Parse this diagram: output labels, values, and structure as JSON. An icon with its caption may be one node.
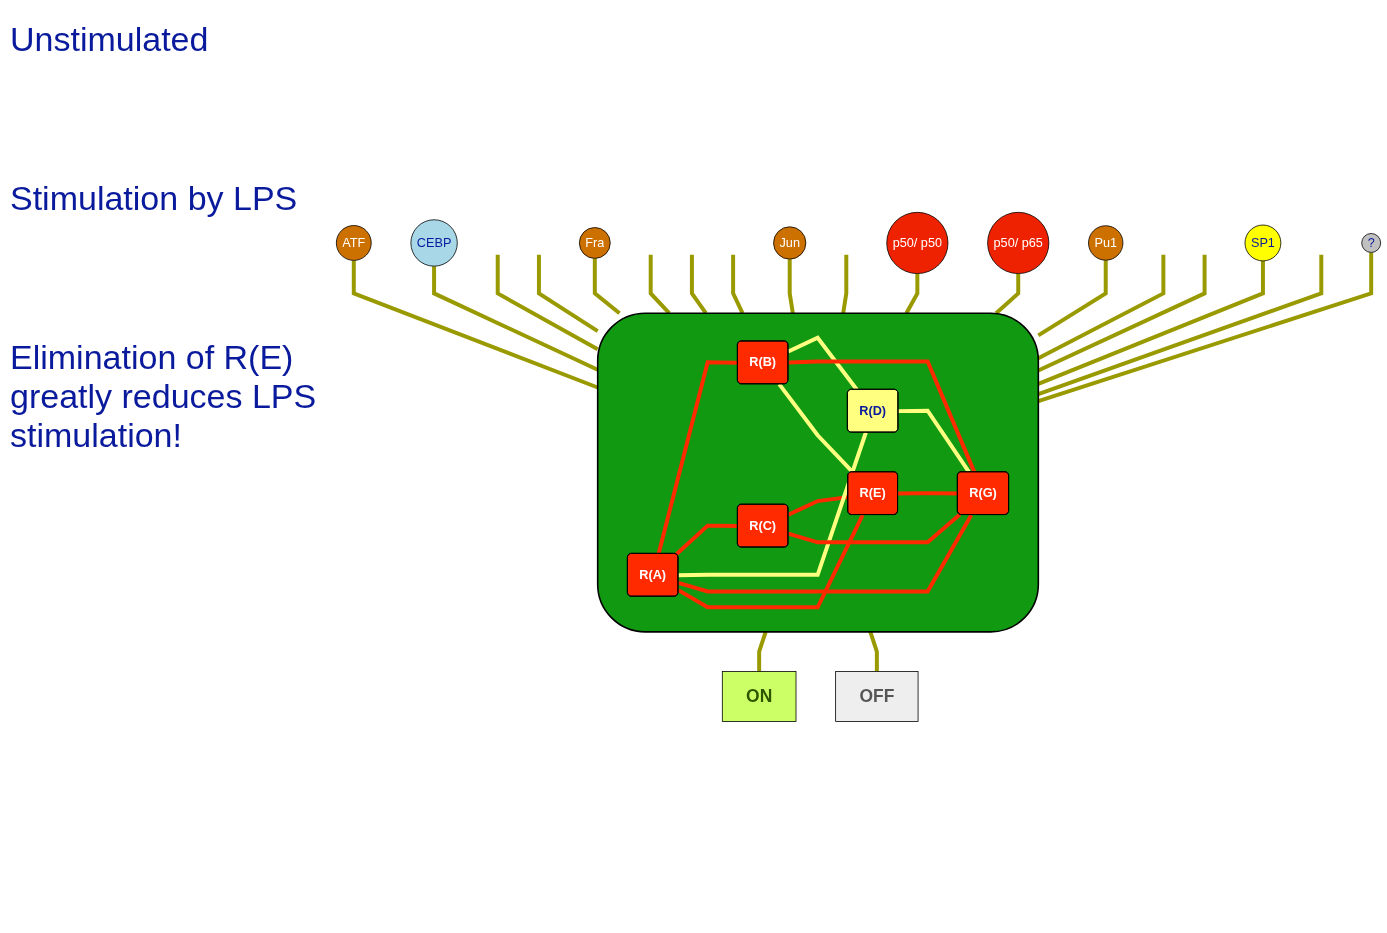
{
  "diagram": {
    "nodes": [
      {
        "text": [
          "ATF"
        ]
      },
      {
        "text": [
          "CEBP"
        ]
      },
      {
        "text": [
          "Fra"
        ]
      },
      {
        "text": [
          "Jun"
        ]
      },
      {
        "text": [
          "p50/ p50"
        ]
      },
      {
        "text": [
          "p50/ p65"
        ]
      },
      {
        "text": [
          "Pu1"
        ]
      },
      {
        "text": [
          "SP1"
        ]
      },
      {
        "text": [
          "?"
        ]
      },
      {
        "text": [],
        "shape": "box"
      },
      {
        "text": [
          "R(A)"
        ],
        "in": 9
      },
      {
        "text": [
          "R(B)"
        ],
        "in": 9
      },
      {
        "text": [
          "R(D)"
        ],
        "in": 9
      },
      {
        "text": [
          "R(C)"
        ],
        "in": 9
      },
      {
        "text": [
          "R(E)"
        ],
        "in": 9
      },
      {
        "text": [
          "R(G)"
        ],
        "in": 9
      },
      {
        "text": [
          "ON"
        ]
      },
      {
        "text": [
          "OFF"
        ]
      }
    ],
    "edges": [
      {
        "from": 0,
        "to": 9,
        "arrow": "none"
      },
      {
        "from": 1,
        "to": 9,
        "arrow": "none"
      },
      {
        "from": null,
        "to": 9,
        "arrow": "none"
      },
      {
        "from": null,
        "to": 9,
        "arrow": "none"
      },
      {
        "from": 2,
        "to": 9,
        "arrow": "none"
      },
      {
        "from": null,
        "to": 9,
        "arrow": "none"
      },
      {
        "from": null,
        "to": 9,
        "arrow": "none"
      },
      {
        "from": null,
        "to": 9,
        "arrow": "none"
      },
      {
        "from": 3,
        "to": 9,
        "arrow": "none"
      },
      {
        "from": null,
        "to": 9,
        "arrow": "none"
      },
      {
        "from": 4,
        "to": 9,
        "arrow": "none"
      },
      {
        "from": 5,
        "to": 9,
        "arrow": "none"
      },
      {
        "from": 6,
        "to": 9,
        "arrow": "none"
      },
      {
        "from": null,
        "to": 9,
        "arrow": "none"
      },
      {
        "from": null,
        "to": 9,
        "arrow": "none"
      },
      {
        "from": 7,
        "to": 9,
        "arrow": "none"
      },
      {
        "from": null,
        "to": 9,
        "arrow": "none"
      },
      {
        "from": 8,
        "to": 9,
        "arrow": "none"
      },
      {
        "from": 10,
        "to": 11,
        "arrow": "none",
        "color": "#ff2a00"
      },
      {
        "from": 11,
        "to": 12,
        "arrow": "none",
        "color": "#ffff80"
      },
      {
        "from": 10,
        "to": 13,
        "arrow": "none",
        "color": "#ff2a00"
      },
      {
        "from": 13,
        "to": 14,
        "arrow": "none",
        "color": "#ff2a00"
      },
      {
        "from": 14,
        "to": 15,
        "arrow": "none",
        "color": "#ff2a00"
      },
      {
        "from": 12,
        "to": 15,
        "arrow": "none",
        "color": "#ffff80"
      },
      {
        "from": 10,
        "to": 12,
        "arrow": "none",
        "color": "#ffff80"
      },
      {
        "from": 10,
        "to": 15,
        "arrow": "none",
        "color": "#ff2a00"
      },
      {
        "from": 13,
        "to": 15,
        "arrow": "none",
        "color": "#ff2a00"
      },
      {
        "from": 11,
        "to": 15,
        "arrow": "none",
        "color": "#ff2a00"
      },
      {
        "from": 11,
        "to": 14,
        "arrow": "none",
        "color": "#ffff80"
      },
      {
        "from": 10,
        "to": 14,
        "arrow": "none",
        "color": "#ff2a00"
      },
      {
        "from": 9,
        "to": 16,
        "arrow": "none"
      },
      {
        "from": 9,
        "to": 17,
        "arrow": "none"
      }
    ],
    "labels": [
      "Unstimulated",
      "Stimulation by LPS",
      "Elimination of R(E) greatly reduces LPS stimulation!"
    ]
  }
}
